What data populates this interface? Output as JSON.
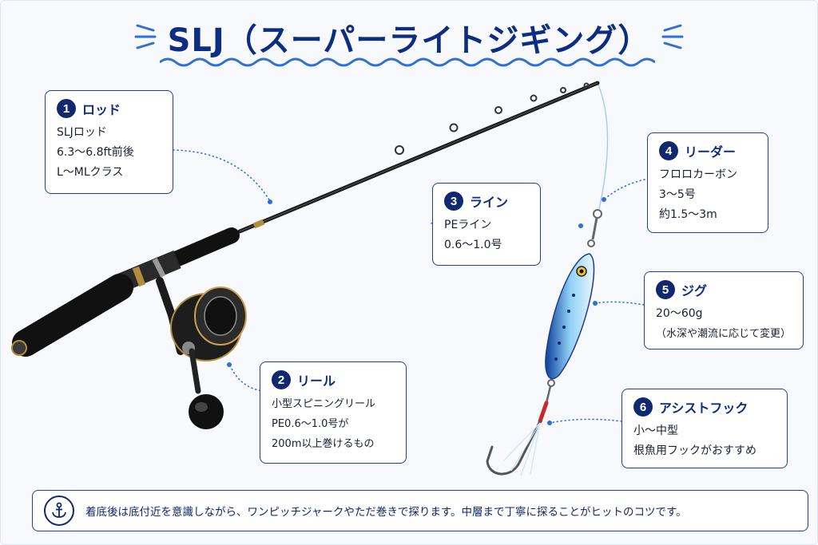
{
  "title": "SLJ（スーパーライトジギング）",
  "colors": {
    "navy": "#10286e",
    "accent": "#1f3f96",
    "dot": "#2f6fd6"
  },
  "callouts": [
    {
      "num": "1",
      "title": "ロッド",
      "lines": [
        "SLJロッド",
        "6.3〜6.8ft前後",
        "L〜MLクラス"
      ]
    },
    {
      "num": "2",
      "title": "リール",
      "lines": [
        "小型スピニングリール",
        "PE0.6〜1.0号が",
        "200m以上巻けるもの"
      ]
    },
    {
      "num": "3",
      "title": "ライン",
      "lines": [
        "PEライン",
        "0.6〜1.0号"
      ]
    },
    {
      "num": "4",
      "title": "リーダー",
      "lines": [
        "フロロカーボン",
        "3〜5号",
        "約1.5〜3m"
      ]
    },
    {
      "num": "5",
      "title": "ジグ",
      "lines": [
        "20〜60g",
        "（水深や潮流に応じて変更）"
      ]
    },
    {
      "num": "6",
      "title": "アシストフック",
      "lines": [
        "小〜中型",
        "根魚用フックがおすすめ"
      ]
    }
  ],
  "footer": {
    "icon": "anchor-icon",
    "text": "着底後は底付近を意識しながら、ワンピッチジャークやただ巻きで探ります。中層まで丁寧に探ることがヒットのコツです。"
  }
}
